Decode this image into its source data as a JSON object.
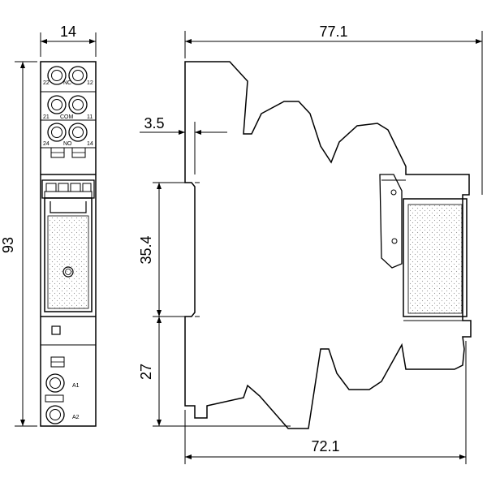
{
  "dimensions": {
    "front_width": "14",
    "front_height": "93",
    "side_total_width": "77.1",
    "side_base_width": "72.1",
    "rail_offset": "3.5",
    "rail_height": "35.4",
    "lower_height": "27"
  },
  "terminals": {
    "t22": "22",
    "nc": "NC",
    "t12": "12",
    "t21": "21",
    "com": "COM",
    "t11": "11",
    "t24": "24",
    "no": "NO",
    "t14": "14",
    "a1": "A1",
    "a2": "A2"
  }
}
